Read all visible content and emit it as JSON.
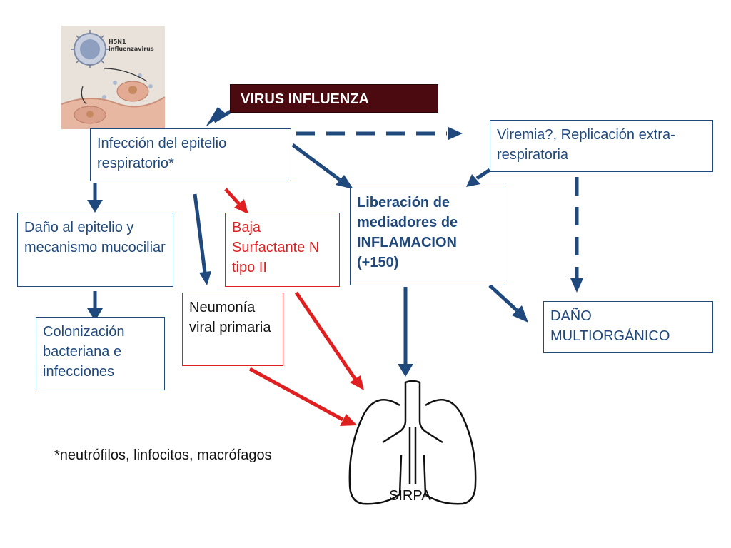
{
  "header": {
    "title": "VIRUS INFLUENZA"
  },
  "image": {
    "label_line1": "H5N1",
    "label_line2": "influenzavirus"
  },
  "nodes": {
    "infeccion": "Infección del epitelio respiratorio*",
    "viremia": "Viremia?, Replicación extra-respiratoria",
    "dano_epitelio": "Daño al epitelio y mecanismo mucociliar",
    "baja_surfactante": "Baja Surfactante N tipo II",
    "liberacion": "Liberación de mediadores de INFLAMACION (+150)",
    "colonizacion": "Colonización bacteriana e infecciones",
    "neumonia": "Neumonía viral primaria",
    "dano_multiorganico": "DAÑO MULTIORGÁNICO"
  },
  "footnote": "*neutrófilos, linfocitos, macrófagos",
  "outcome": "SIRPA",
  "colors": {
    "blue": "#1f497d",
    "red": "#e02020",
    "title_bg": "#4a0a0f"
  },
  "icons": [
    "virus-illustration",
    "lungs-icon"
  ]
}
